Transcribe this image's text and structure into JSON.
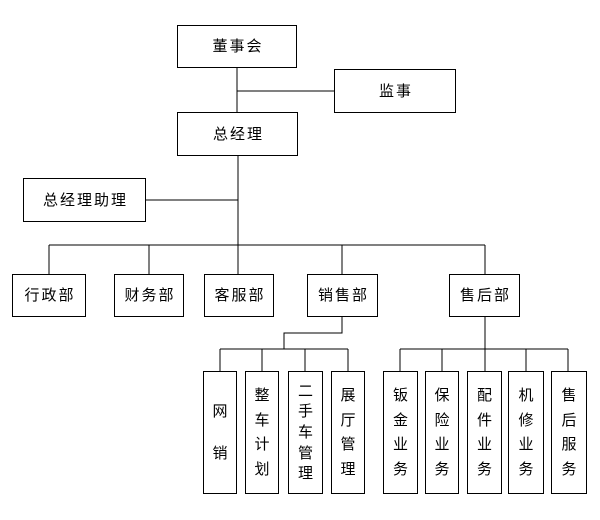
{
  "org": {
    "board": {
      "label": "董事会"
    },
    "supervisor": {
      "label": "监事"
    },
    "general_manager": {
      "label": "总经理"
    },
    "gm_assistant": {
      "label": "总经理助理"
    },
    "departments": [
      {
        "label": "行政部"
      },
      {
        "label": "财务部"
      },
      {
        "label": "客服部"
      },
      {
        "label": "销售部"
      },
      {
        "label": "售后部"
      }
    ],
    "sales_units": [
      {
        "label": "网销"
      },
      {
        "label": "整车计划"
      },
      {
        "label": "二手车管理"
      },
      {
        "label": "展厅管理"
      }
    ],
    "aftersales_units": [
      {
        "label": "钣金业务"
      },
      {
        "label": "保险业务"
      },
      {
        "label": "配件业务"
      },
      {
        "label": "机修业务"
      },
      {
        "label": "售后服务"
      }
    ],
    "colors": {
      "line": "#000000",
      "box_border": "#000000",
      "box_fill": "#ffffff",
      "text": "#000000",
      "background": "#ffffff"
    }
  }
}
